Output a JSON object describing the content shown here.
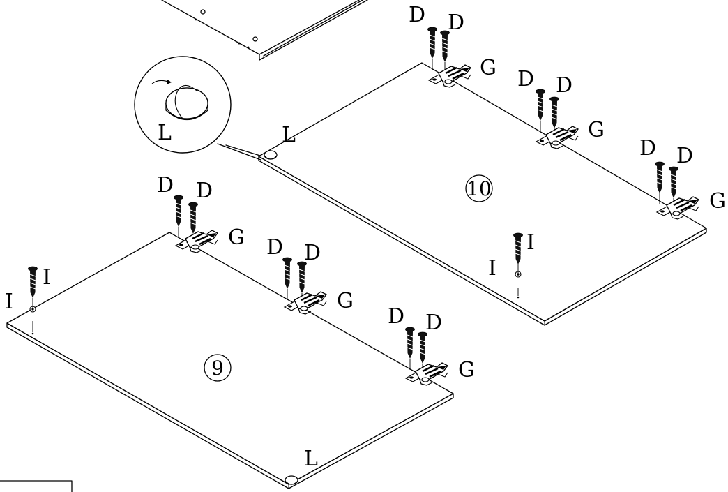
{
  "labels": {
    "D": "D",
    "G": "G",
    "I": "I",
    "L": "L"
  },
  "panels": {
    "nine": "9",
    "ten": "10"
  },
  "icons": {
    "screw": "screw-icon",
    "hinge": "hinge-icon",
    "bumper": "door-bumper-icon"
  }
}
